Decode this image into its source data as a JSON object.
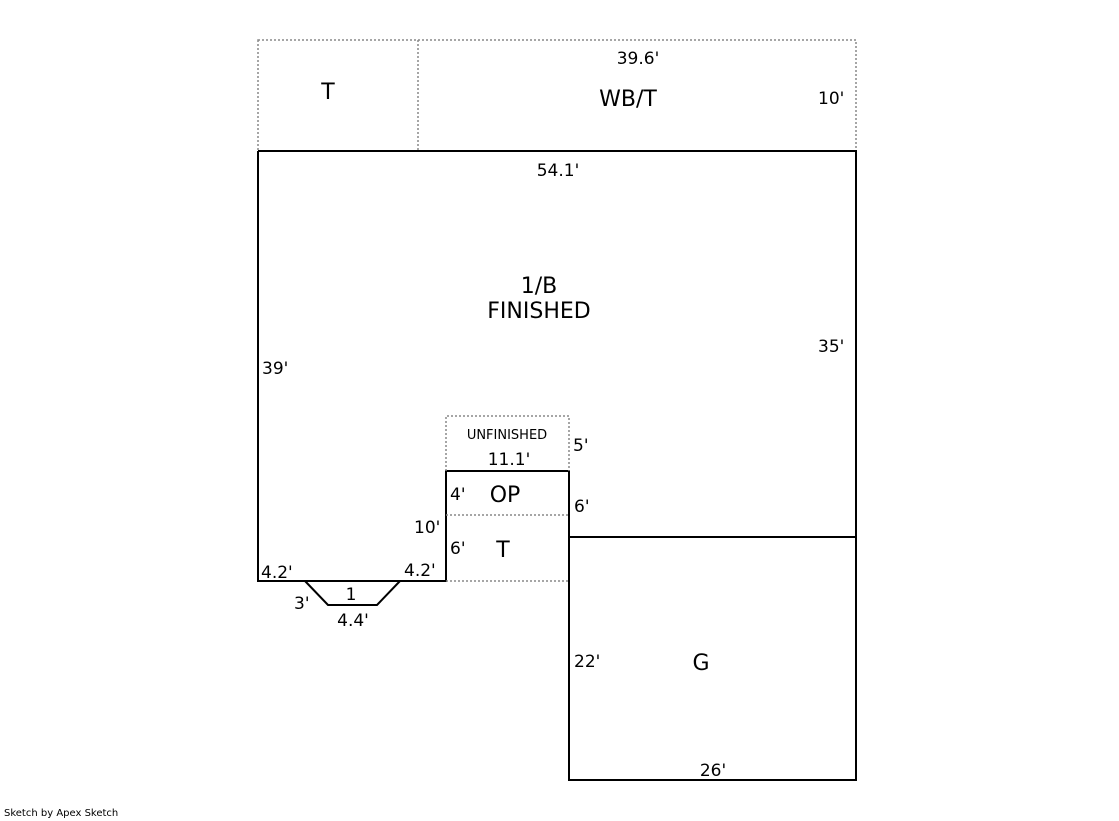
{
  "footer": "Sketch by Apex Sketch",
  "areas": {
    "t_top": {
      "label": "T"
    },
    "wbt": {
      "label": "WB/T",
      "width": "39.6'",
      "height": "10'"
    },
    "main": {
      "label": "1/B",
      "sublabel": "FINISHED",
      "top": "54.1'",
      "left": "39'",
      "right": "35'"
    },
    "unfinished": {
      "label": "UNFINISHED",
      "width": "11.1'",
      "height": "5'"
    },
    "op": {
      "label": "OP",
      "left": "4'",
      "right": "6'"
    },
    "t_mid": {
      "label": "T",
      "left": "6'",
      "outer": "10'"
    },
    "bay": {
      "label": "1",
      "left_top": "4.2'",
      "right_top": "4.2'",
      "side": "3'",
      "bottom": "4.4'"
    },
    "garage": {
      "label": "G",
      "left": "22'",
      "bottom": "26'"
    }
  }
}
